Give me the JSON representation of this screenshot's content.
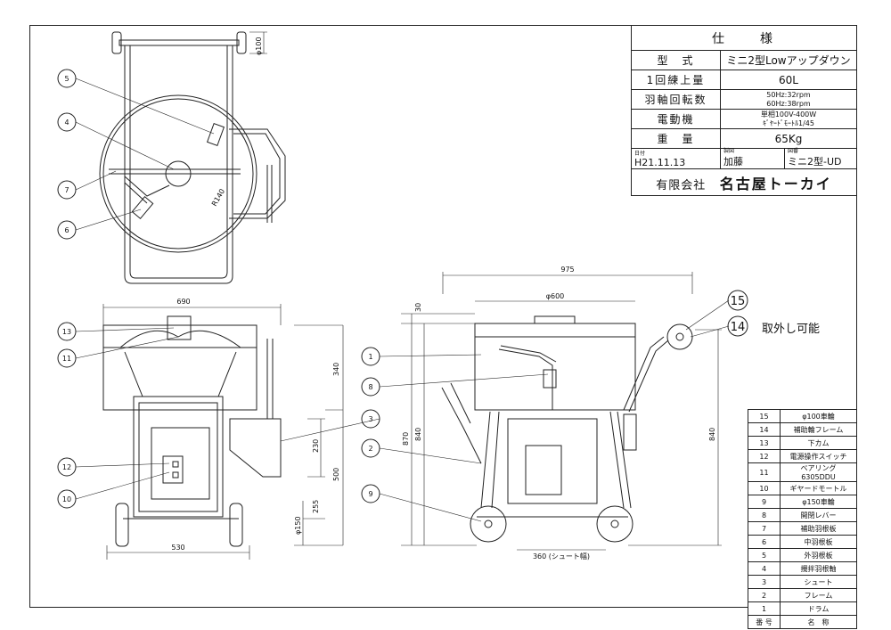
{
  "spec": {
    "title": "仕　　様",
    "rows": [
      {
        "label": "型　式",
        "value": "ミニ2型Lowアップダウン"
      },
      {
        "label": "1回練上量",
        "value": "60L"
      },
      {
        "label": "羽軸回転数",
        "value": "50Hz:32rpm",
        "value2": "60Hz:38rpm"
      },
      {
        "label": "電動機",
        "value": "単相100V-400W",
        "value2": "ｷﾞﾔｰﾄﾞﾓｰﾄﾙ1/45"
      },
      {
        "label": "重　量",
        "value": "65Kg"
      }
    ],
    "meta": {
      "date_label": "日付",
      "date": "H21.11.13",
      "maker_label": "製図",
      "maker": "加藤",
      "drawing_label": "図番",
      "drawing": "ミニ2型-UD"
    },
    "company_prefix": "有限会社",
    "company_name": "名古屋トーカイ"
  },
  "parts_header": {
    "no": "番 号",
    "name": "名　称"
  },
  "parts": [
    {
      "no": "15",
      "name": "φ100車輪"
    },
    {
      "no": "14",
      "name": "補助輪フレーム"
    },
    {
      "no": "13",
      "name": "下カム"
    },
    {
      "no": "12",
      "name": "電源操作スイッチ"
    },
    {
      "no": "11",
      "name": "ベアリング 6305DDU"
    },
    {
      "no": "10",
      "name": "ギヤードモートル"
    },
    {
      "no": "9",
      "name": "φ150車輪"
    },
    {
      "no": "8",
      "name": "開閉レバー"
    },
    {
      "no": "7",
      "name": "補助羽根板"
    },
    {
      "no": "6",
      "name": "中羽根板"
    },
    {
      "no": "5",
      "name": "外羽根板"
    },
    {
      "no": "4",
      "name": "攪拌羽根軸"
    },
    {
      "no": "3",
      "name": "シュート"
    },
    {
      "no": "2",
      "name": "フレーム"
    },
    {
      "no": "1",
      "name": "ドラム"
    }
  ],
  "removable_note": "取外し可能",
  "dimensions": {
    "d100": "φ100",
    "r140": "R140",
    "w690": "690",
    "w530": "530",
    "h340": "340",
    "h230": "230",
    "h500": "500",
    "h255": "255",
    "d150": "φ150",
    "w975": "975",
    "d600": "φ600",
    "h30": "30",
    "h870": "870",
    "h840a": "840",
    "h840b": "840",
    "chute": "360 (シュート幅)"
  },
  "balloons": {
    "b1": "1",
    "b2": "2",
    "b3": "3",
    "b4": "4",
    "b5": "5",
    "b6": "6",
    "b7": "7",
    "b8": "8",
    "b9": "9",
    "b10": "10",
    "b11": "11",
    "b12": "12",
    "b13": "13",
    "b14": "14",
    "b15": "15"
  }
}
